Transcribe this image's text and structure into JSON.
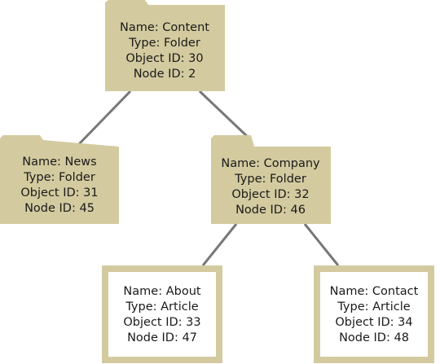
{
  "colors": {
    "folder_fill": "#d3ca9f",
    "article_border": "#d3ca9f",
    "article_fill": "#ffffff",
    "connector": "#777777",
    "text": "#1a1a1a"
  },
  "nodes": {
    "content": {
      "kind": "folder",
      "lines": [
        "Name: Content",
        "Type: Folder",
        "Object ID: 30",
        "Node ID: 2"
      ]
    },
    "news": {
      "kind": "folder",
      "lines": [
        "Name: News",
        "Type: Folder",
        "Object ID: 31",
        "Node ID: 45"
      ]
    },
    "company": {
      "kind": "folder",
      "lines": [
        "Name: Company",
        "Type: Folder",
        "Object ID: 32",
        "Node ID: 46"
      ]
    },
    "about": {
      "kind": "article",
      "lines": [
        "Name: About",
        "Type: Article",
        "Object ID: 33",
        "Node ID: 47"
      ]
    },
    "contact": {
      "kind": "article",
      "lines": [
        "Name: Contact",
        "Type: Article",
        "Object ID: 34",
        "Node ID: 48"
      ]
    }
  },
  "edges": [
    {
      "from": "content",
      "to": "news"
    },
    {
      "from": "content",
      "to": "company"
    },
    {
      "from": "company",
      "to": "about"
    },
    {
      "from": "company",
      "to": "contact"
    }
  ]
}
